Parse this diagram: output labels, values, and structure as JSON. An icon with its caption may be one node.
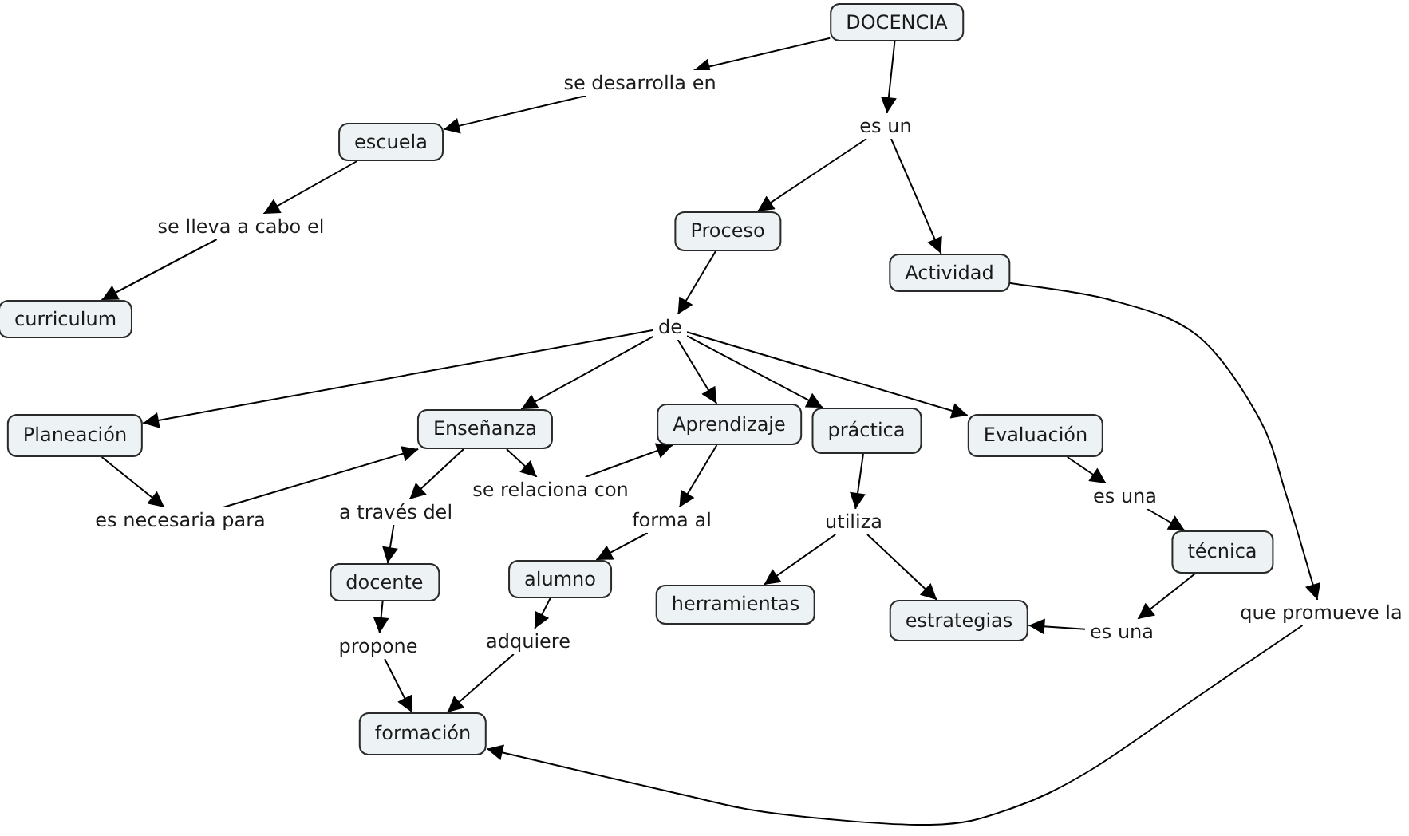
{
  "diagram": {
    "nodes": [
      {
        "text": [
          "DOCENCIA"
        ]
      },
      {
        "text": [
          "se desarrolla en"
        ]
      },
      {
        "text": [
          "es un"
        ]
      },
      {
        "text": [
          "escuela"
        ]
      },
      {
        "text": [
          "Proceso"
        ]
      },
      {
        "text": [
          "se lleva a cabo el"
        ]
      },
      {
        "text": [
          "Actividad"
        ]
      },
      {
        "text": [
          "curriculum"
        ]
      },
      {
        "text": [
          "de"
        ]
      },
      {
        "text": [
          "Planeación"
        ]
      },
      {
        "text": [
          "Enseñanza"
        ]
      },
      {
        "text": [
          "Aprendizaje"
        ]
      },
      {
        "text": [
          "práctica"
        ]
      },
      {
        "text": [
          "Evaluación"
        ]
      },
      {
        "text": [
          "es necesaria para"
        ]
      },
      {
        "text": [
          "se relaciona con"
        ]
      },
      {
        "text": [
          "a través del"
        ]
      },
      {
        "text": [
          "forma al"
        ]
      },
      {
        "text": [
          "utiliza"
        ]
      },
      {
        "text": [
          "es una"
        ]
      },
      {
        "text": [
          "técnica"
        ]
      },
      {
        "text": [
          "docente"
        ]
      },
      {
        "text": [
          "alumno"
        ]
      },
      {
        "text": [
          "herramientas"
        ]
      },
      {
        "text": [
          "estrategias"
        ]
      },
      {
        "text": [
          "es una"
        ]
      },
      {
        "text": [
          "que promueve la"
        ]
      },
      {
        "text": [
          "propone"
        ]
      },
      {
        "text": [
          "adquiere"
        ]
      },
      {
        "text": [
          "formación"
        ]
      }
    ],
    "edges": [
      {
        "from": 0,
        "to": 1,
        "arrow": "to"
      },
      {
        "from": 1,
        "to": 3,
        "arrow": "to"
      },
      {
        "from": 0,
        "to": 2,
        "arrow": "to"
      },
      {
        "from": 2,
        "to": 4,
        "arrow": "to"
      },
      {
        "from": 2,
        "to": 6,
        "arrow": "to"
      },
      {
        "from": 3,
        "to": 5,
        "arrow": "to"
      },
      {
        "from": 5,
        "to": 7,
        "arrow": "to"
      },
      {
        "from": 4,
        "to": 8,
        "arrow": "to"
      },
      {
        "from": 8,
        "to": 9,
        "arrow": "to"
      },
      {
        "from": 8,
        "to": 10,
        "arrow": "to"
      },
      {
        "from": 8,
        "to": 11,
        "arrow": "to"
      },
      {
        "from": 8,
        "to": 12,
        "arrow": "to"
      },
      {
        "from": 8,
        "to": 13,
        "arrow": "to"
      },
      {
        "from": 9,
        "to": 14,
        "arrow": "to"
      },
      {
        "from": 14,
        "to": 10,
        "arrow": "to"
      },
      {
        "from": 10,
        "to": 15,
        "arrow": "to"
      },
      {
        "from": 15,
        "to": 11,
        "arrow": "to"
      },
      {
        "from": 10,
        "to": 16,
        "arrow": "to"
      },
      {
        "from": 16,
        "to": 21,
        "arrow": "to"
      },
      {
        "from": 11,
        "to": 17,
        "arrow": "to"
      },
      {
        "from": 17,
        "to": 22,
        "arrow": "to"
      },
      {
        "from": 12,
        "to": 18,
        "arrow": "to"
      },
      {
        "from": 18,
        "to": 23,
        "arrow": "to"
      },
      {
        "from": 18,
        "to": 24,
        "arrow": "to"
      },
      {
        "from": 13,
        "to": 19,
        "arrow": "to"
      },
      {
        "from": 19,
        "to": 20,
        "arrow": "to"
      },
      {
        "from": 20,
        "to": 25,
        "arrow": "to"
      },
      {
        "from": 25,
        "to": 24,
        "arrow": "to"
      },
      {
        "from": 6,
        "to": 26,
        "arrow": "to"
      },
      {
        "from": 26,
        "to": 29,
        "arrow": "to"
      },
      {
        "from": 21,
        "to": 27,
        "arrow": "to"
      },
      {
        "from": 27,
        "to": 29,
        "arrow": "to"
      },
      {
        "from": 22,
        "to": 28,
        "arrow": "to"
      },
      {
        "from": 28,
        "to": 29,
        "arrow": "to"
      }
    ]
  }
}
